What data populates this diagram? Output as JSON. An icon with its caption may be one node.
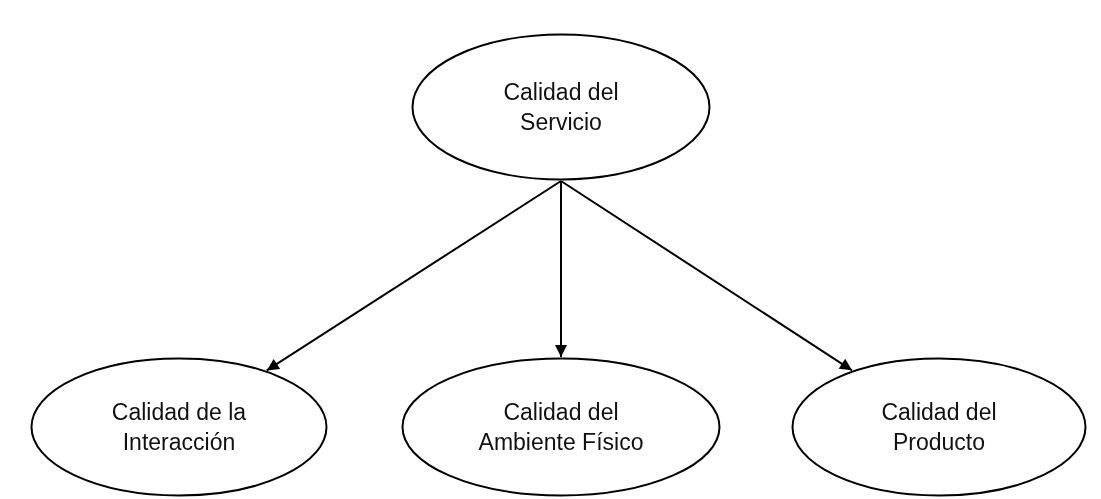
{
  "diagram": {
    "nodes": [
      {
        "text": [
          "Calidad del Servicio"
        ]
      },
      {
        "text": [
          "Calidad de la Interacción"
        ]
      },
      {
        "text": [
          "Calidad del Ambiente Físico"
        ]
      },
      {
        "text": [
          "Calidad del Producto"
        ]
      }
    ],
    "edges": [
      {
        "from": 0,
        "to": 1,
        "arrow": "to"
      },
      {
        "from": 0,
        "to": 2,
        "arrow": "to"
      },
      {
        "from": 0,
        "to": 3,
        "arrow": "to"
      }
    ]
  }
}
